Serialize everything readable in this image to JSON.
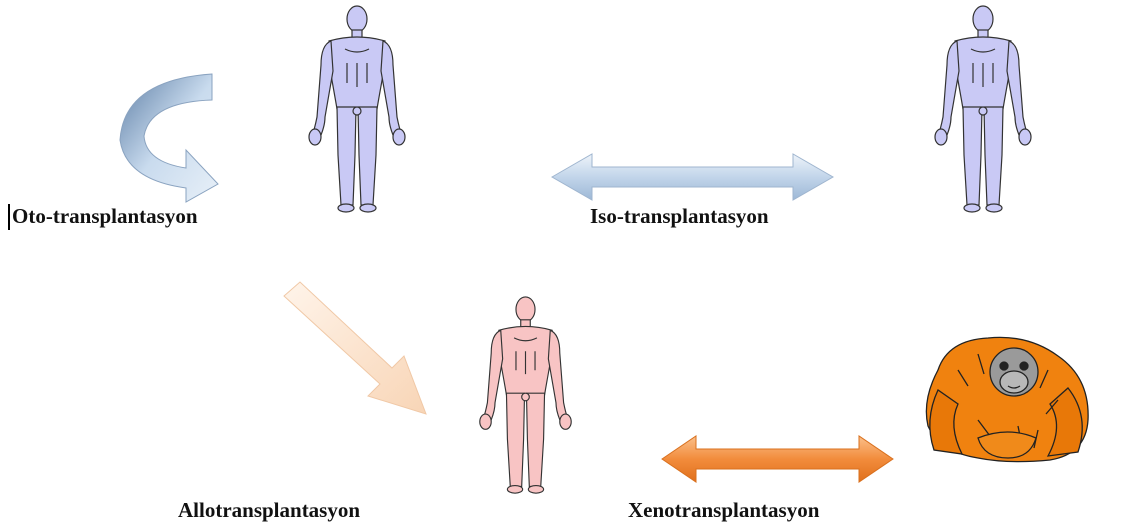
{
  "labels": {
    "oto": "Oto-transplantasyon",
    "iso": "Iso-transplantasyon",
    "allo": "Allotransplantasyon",
    "xeno": "Xenotransplantasyon"
  },
  "figures": [
    {
      "name": "human-figure-oto",
      "icon": "human-body",
      "color": "#c9c9f5"
    },
    {
      "name": "human-figure-iso",
      "icon": "human-body",
      "color": "#c9c9f5"
    },
    {
      "name": "human-figure-allo",
      "icon": "human-body",
      "color": "#f8c4c4"
    },
    {
      "name": "orangutan-figure",
      "icon": "orangutan",
      "color": "#f0820f"
    }
  ],
  "arrows": [
    {
      "name": "curved-self-arrow",
      "icon": "curved-arrow",
      "color": "#a9c4e0"
    },
    {
      "name": "iso-double-arrow",
      "icon": "double-arrow",
      "color": "#c8d9ec"
    },
    {
      "name": "allo-diagonal-arrow",
      "icon": "arrow",
      "color": "#fbe3cc"
    },
    {
      "name": "xeno-double-arrow",
      "icon": "double-arrow",
      "color": "#f08a3a"
    }
  ]
}
